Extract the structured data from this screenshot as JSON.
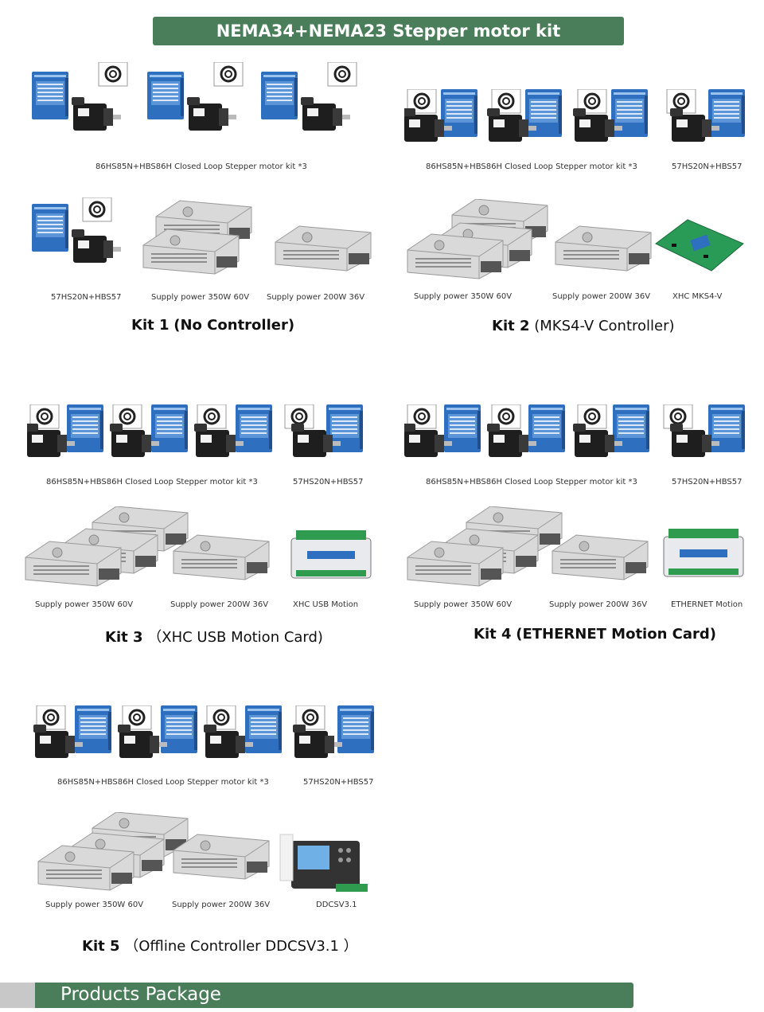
{
  "header": {
    "title": "NEMA34+NEMA23 Stepper motor kit"
  },
  "captions": {
    "kit_86": "86HS85N+HBS86H Closed Loop Stepper motor kit *3",
    "kit_57": "57HS20N+HBS57",
    "psu_350": "Supply power 350W 60V",
    "psu_200": "Supply power 200W 36V",
    "mks4": "XHC MKS4-V",
    "xhc_usb": "XHC USB Motion",
    "ethernet": "ETHERNET Motion",
    "ddcs": "DDCSV3.1"
  },
  "kits": {
    "k1": {
      "num": "Kit 1",
      "desc": "(No Controller)"
    },
    "k2": {
      "num": "Kit 2",
      "desc": "(MKS4-V Controller)"
    },
    "k3": {
      "num": "Kit 3",
      "desc": "（XHC USB Motion Card)"
    },
    "k4": {
      "num": "Kit 4",
      "desc": "(ETHERNET Motion Card)"
    },
    "k5": {
      "num": "Kit 5",
      "desc": "（Offline Controller DDCSV3.1 ）"
    }
  },
  "footer": {
    "title": "Products Package"
  },
  "colors": {
    "banner": "#4a7d59",
    "driver": "#2f6fbf",
    "motor": "#1e1e1e",
    "psu": "#d6d6d6"
  }
}
